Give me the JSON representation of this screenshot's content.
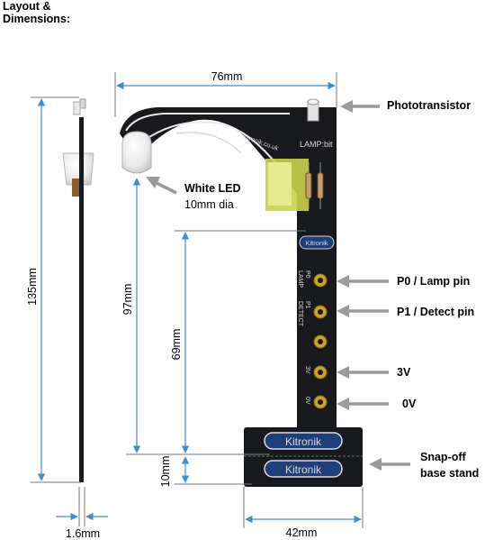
{
  "title": {
    "line1": "Layout &",
    "line2": "Dimensions:"
  },
  "dimensions": {
    "width_top": "76mm",
    "height_total": "135mm",
    "height_led": "97mm",
    "height_lamp": "69mm",
    "base_height": "10mm",
    "base_width": "42mm",
    "thickness": "1.6mm"
  },
  "callouts": {
    "phototransistor": "Phototransistor",
    "white_led": "White LED",
    "white_led_sub": "10mm dia",
    "p0": "P0 / Lamp pin",
    "p1": "P1 / Detect pin",
    "v3": "3V",
    "v0": "0V",
    "snap_line1": "Snap-off",
    "snap_line2": "base stand"
  },
  "board": {
    "name": "LAMP:bit",
    "url": "kitronik.co.uk",
    "brand": "Kitronik",
    "pad_labels": {
      "p0": "P0",
      "p1": "P1",
      "lamp": "LAMP",
      "detect": "DETECT",
      "v3": "3V",
      "v0": "0V"
    }
  },
  "colors": {
    "pcb": "#17191d",
    "gold": "#c9a227",
    "arrow": "#9a9a9a",
    "led": "#f1f1f1",
    "brand_bg": "#1f3f7a"
  }
}
